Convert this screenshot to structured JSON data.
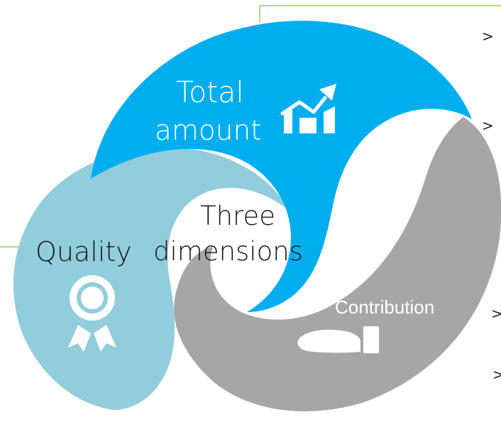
{
  "diagram": {
    "segments": {
      "total_amount": {
        "line1": "Total",
        "line2": "amount",
        "color": "#00AEEF",
        "icon": "growth-chart-icon"
      },
      "quality": {
        "label": "Quality",
        "color": "#92CDDC",
        "icon": "award-ribbon-icon"
      },
      "contribution": {
        "label": "Contribution",
        "color": "#A6A6A6",
        "icon": "giving-hand-icon"
      }
    },
    "center": {
      "line1": "Three",
      "line2": "dimensions"
    },
    "connector_color": "#92D050",
    "bullet_glyph": ">"
  }
}
